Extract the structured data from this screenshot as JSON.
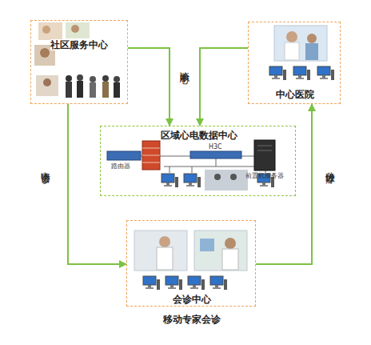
{
  "diagram": {
    "nodes": [
      {
        "text": [
          "社区服务中心"
        ]
      },
      {
        "text": [
          "中心医院"
        ]
      },
      {
        "text": [
          "区域心电数据中心"
        ]
      },
      {
        "text": [
          "会诊中心",
          "移动专家会诊"
        ]
      }
    ],
    "edges": [
      {
        "from": 0,
        "to": 2,
        "arrow": "to"
      },
      {
        "from": 1,
        "to": 2,
        "arrow": "to"
      },
      {
        "from": 0,
        "to": 3,
        "label": "申请会诊",
        "arrow": "to"
      },
      {
        "from": 3,
        "to": 1,
        "label": "分级诊疗",
        "arrow": "to"
      }
    ],
    "labels": [
      "诊断中心",
      "路由器",
      "H3C",
      "前置机服务器"
    ]
  }
}
